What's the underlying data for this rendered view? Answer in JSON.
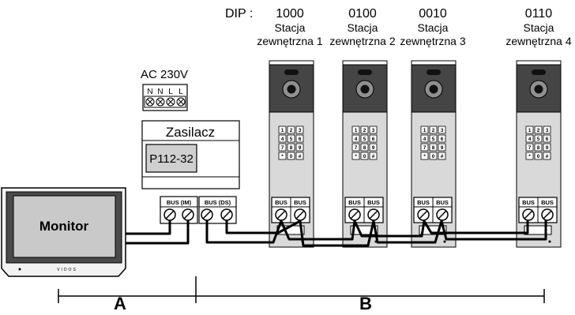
{
  "dip_label": "DIP :",
  "stations": [
    {
      "code": "1000",
      "line1": "Stacja",
      "line2": "zewnętrzna 1"
    },
    {
      "code": "0100",
      "line1": "Stacja",
      "line2": "zewnętrzna 2"
    },
    {
      "code": "0010",
      "line1": "Stacja",
      "line2": "zewnętrzna 3"
    },
    {
      "code": "0110",
      "line1": "Stacja",
      "line2": "zewnętrzna 4"
    }
  ],
  "ac_label": "AC 230V",
  "terminal_labels": [
    "N",
    "N",
    "L",
    "L"
  ],
  "psu": {
    "title": "Zasilacz",
    "model": "P112-32"
  },
  "monitor": {
    "label": "Monitor",
    "brand": "VIDOS"
  },
  "bus_terminals": {
    "im": "BUS (IM)",
    "ds": "BUS (DS)",
    "station": "BUS"
  },
  "keypad_keys": [
    "1",
    "2",
    "3",
    "4",
    "5",
    "6",
    "7",
    "8",
    "9",
    "*",
    "0",
    "#"
  ],
  "segments": {
    "a": "A",
    "b": "B"
  }
}
